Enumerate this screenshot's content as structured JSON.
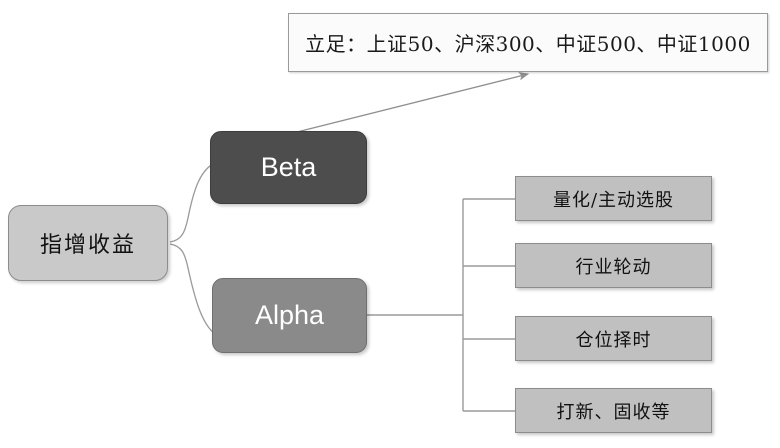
{
  "diagram": {
    "title_box": {
      "text": "立足：上证50、沪深300、中证500、中证1000"
    },
    "root": {
      "label": "指增收益"
    },
    "branches": [
      {
        "label": "Beta"
      },
      {
        "label": "Alpha"
      }
    ],
    "leaves": [
      {
        "label": "量化/主动选股"
      },
      {
        "label": "行业轮动"
      },
      {
        "label": "仓位择时"
      },
      {
        "label": "打新、固收等"
      }
    ],
    "colors": {
      "beta_fill": "#4d4d4d",
      "alpha_fill": "#8a8a8a",
      "root_fill": "#c9c9c9",
      "leaf_fill": "#c0c0c0",
      "callout_fill": "#fbfbfb",
      "connector": "#9a9a9a"
    }
  }
}
